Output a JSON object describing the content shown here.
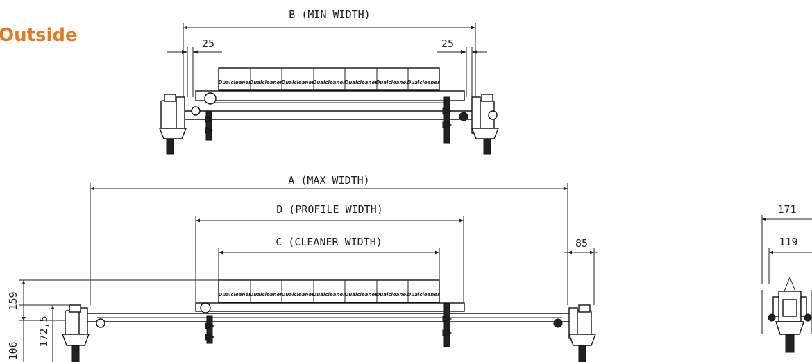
{
  "heading": "Outside",
  "dimensions": {
    "b_label": "B (MIN WIDTH)",
    "a_label": "A (MAX WIDTH)",
    "d_label": "D (PROFILE WIDTH)",
    "c_label": "C (CLEANER WIDTH)",
    "offset_left": "25",
    "offset_right": "25",
    "end_offset": "85",
    "height_total": "159",
    "height_mid": "172,5",
    "height_low": "106",
    "side_outer": "171",
    "side_inner": "119"
  },
  "blade_brand": "Dualcleaner",
  "colors": {
    "heading": "#e87722",
    "line": "#222222"
  }
}
